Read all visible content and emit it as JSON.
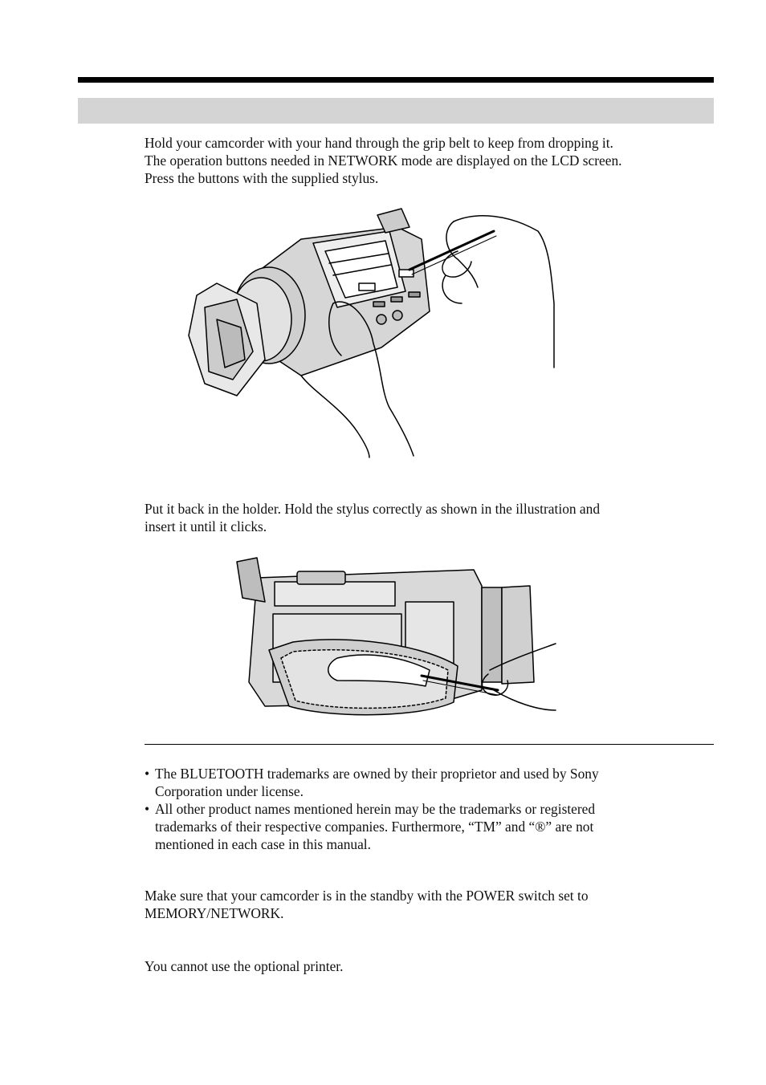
{
  "intro": {
    "lines": [
      "Hold your camcorder with your hand through the grip belt to keep from dropping it.",
      "The operation buttons needed in NETWORK mode are displayed on the LCD screen.",
      "Press the buttons with the supplied stylus."
    ]
  },
  "stylus_storage": {
    "lines": [
      "Put it back in the holder. Hold the stylus correctly as shown in the illustration and",
      "insert it until it clicks."
    ]
  },
  "notes": [
    {
      "bullet": "•",
      "lines": [
        "The BLUETOOTH trademarks are owned by their proprietor and used by Sony",
        "Corporation under license."
      ]
    },
    {
      "bullet": "•",
      "lines": [
        "All other product names mentioned herein may be the trademarks or registered",
        "trademarks of their respective companies. Furthermore, “TM” and “®” are not",
        "mentioned in each case in this manual."
      ]
    }
  ],
  "standby": {
    "lines": [
      "Make sure that your camcorder is in the standby with the POWER switch set to",
      "MEMORY/NETWORK."
    ]
  },
  "printer": {
    "lines": [
      "You cannot use the optional printer."
    ]
  }
}
